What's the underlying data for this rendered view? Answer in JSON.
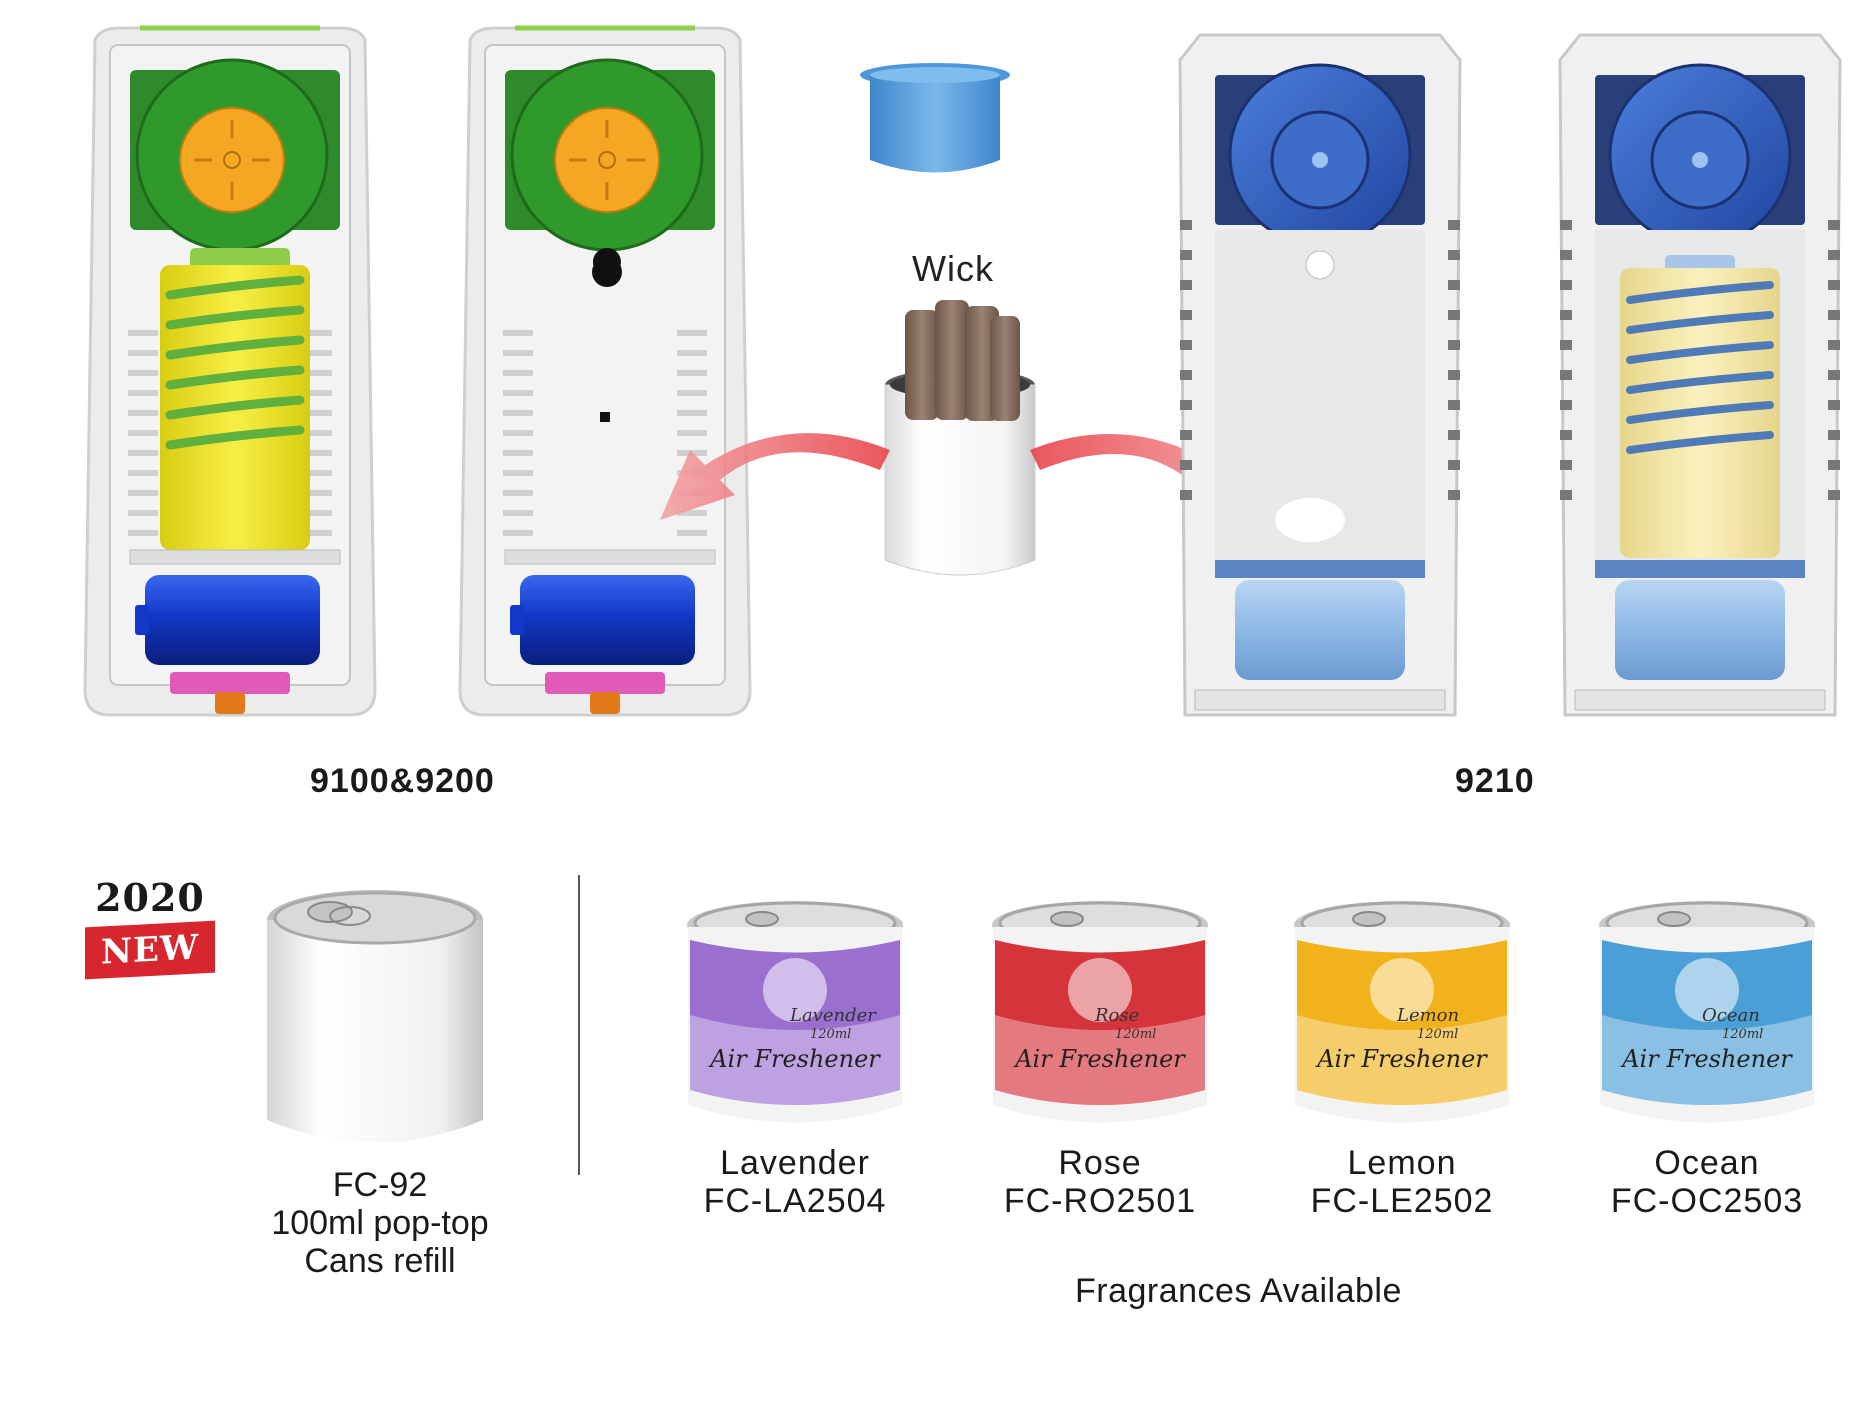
{
  "labels": {
    "model_a": "9100&9200",
    "model_b": "9210",
    "wick": "Wick",
    "fragrances_available": "Fragrances Available"
  },
  "badge": {
    "year": "2020",
    "tag": "NEW",
    "color": "#d8262f"
  },
  "refill": {
    "code": "FC-92",
    "line1": "100ml pop-top",
    "line2": "Cans refill"
  },
  "fragrances": [
    {
      "name": "Lavender",
      "code": "FC-LA2504",
      "label_word": "Lavender",
      "volume": "120ml",
      "brand": "Air Freshener",
      "color": "#9b6fd0"
    },
    {
      "name": "Rose",
      "code": "FC-RO2501",
      "label_word": "Rose",
      "volume": "120ml",
      "brand": "Air Freshener",
      "color": "#d6343b"
    },
    {
      "name": "Lemon",
      "code": "FC-LE2502",
      "label_word": "Lemon",
      "volume": "120ml",
      "brand": "Air Freshener",
      "color": "#f2b21c"
    },
    {
      "name": "Ocean",
      "code": "FC-OC2503",
      "label_word": "Ocean",
      "volume": "120ml",
      "brand": "Air Freshener",
      "color": "#4a9fd6"
    }
  ],
  "colors": {
    "dispenser_a_motor": "#2e8a2a",
    "dispenser_a_fan": "#f5a623",
    "dispenser_a_cartridge": "#f4ea2a",
    "dispenser_a_battery": "#1238c8",
    "dispenser_b_motor": "#2f5fbf",
    "dispenser_b_cartridge": "#f6eaa6",
    "dispenser_b_battery": "#8db8e6",
    "arrow": "#e8434a",
    "cap": "#5aa0dc"
  }
}
